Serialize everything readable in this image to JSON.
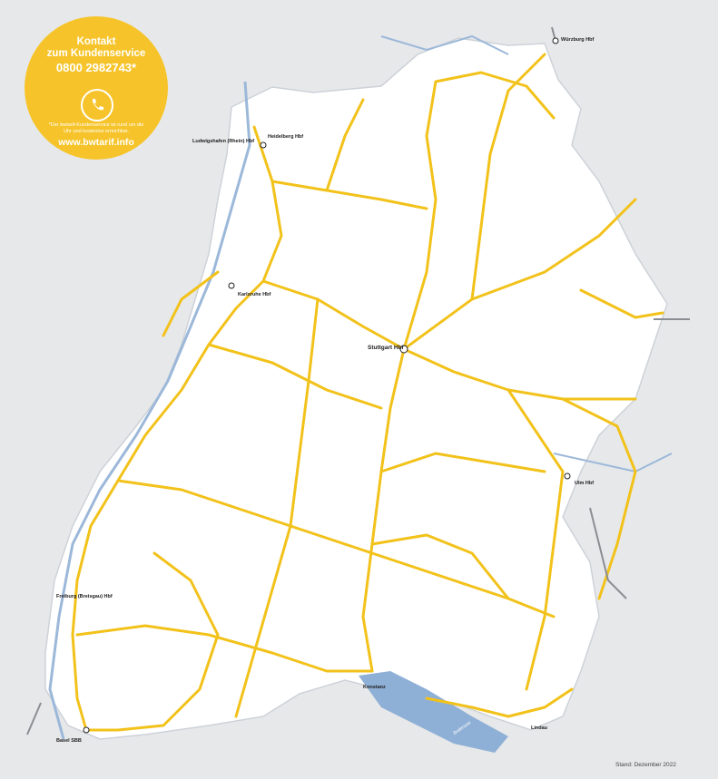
{
  "badge": {
    "title_line1": "Kontakt",
    "title_line2": "zum Kundenservice",
    "phone": "0800 2982743*",
    "note": "*Der bwtarif-Kundenservice ist rund um die Uhr und kostenlos erreichbar.",
    "url": "www.bwtarif.info",
    "icon": "phone-icon"
  },
  "colors": {
    "background": "#e7e8ea",
    "land": "#ffffff",
    "route": "#f2c21b",
    "border_outline": "#cdd2d8",
    "river": "#9cb8d9",
    "lake": "#8fb0d6"
  },
  "cities": [
    {
      "id": "mannheim-ludwigshafen",
      "label": "Ludwigshafen (Rhein) Hbf"
    },
    {
      "id": "heidelberg",
      "label": "Heidelberg Hbf"
    },
    {
      "id": "karlsruhe",
      "label": "Karlsruhe Hbf"
    },
    {
      "id": "stuttgart",
      "label": "Stuttgart Hbf"
    },
    {
      "id": "ulm",
      "label": "Ulm Hbf"
    },
    {
      "id": "freiburg",
      "label": "Freiburg (Breisgau) Hbf"
    },
    {
      "id": "basel",
      "label": "Basel SBB"
    },
    {
      "id": "wuerzburg",
      "label": "Würzburg Hbf"
    },
    {
      "id": "konstanz",
      "label": "Konstanz"
    },
    {
      "id": "lindau",
      "label": "Lindau"
    }
  ],
  "lake_label": "Bodensee",
  "footer": {
    "stand": "Stand: Dezember 2022"
  }
}
